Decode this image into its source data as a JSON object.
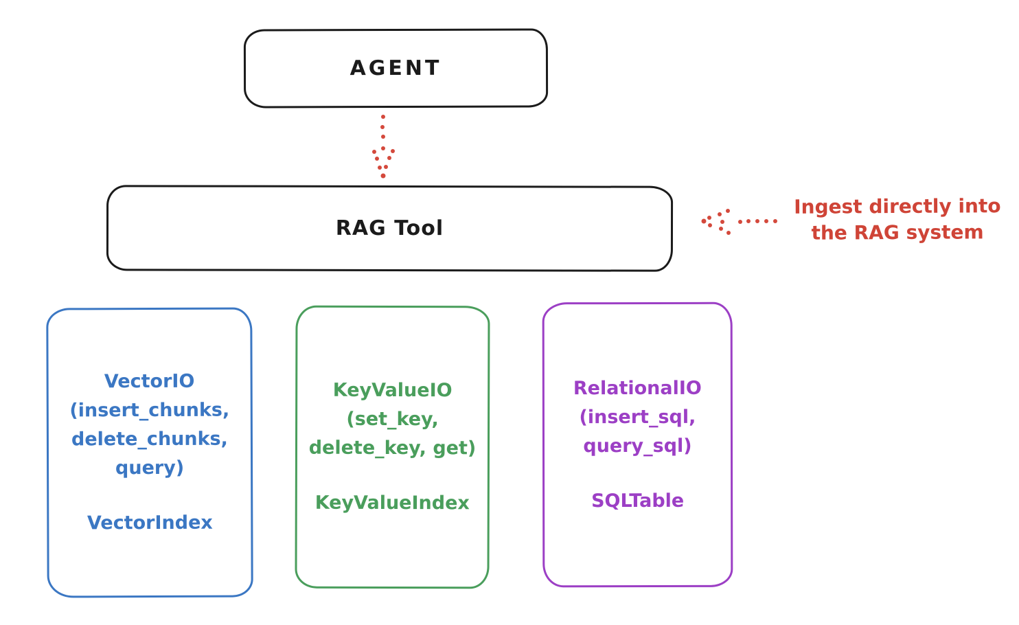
{
  "figure": {
    "background": "#ffffff",
    "colors": {
      "ink": "#1b1b1b",
      "red": "#cf4437",
      "blue": "#3b77c3",
      "green": "#4a9e5c",
      "purple": "#9c3fc5"
    },
    "agent": {
      "label": "AGENT"
    },
    "rag_tool": {
      "label": "RAG Tool"
    },
    "annotation": {
      "line1": "Ingest directly into",
      "line2": "the RAG system"
    },
    "backends": [
      {
        "id": "vector",
        "color": "#3b77c3",
        "lines": [
          "VectorIO",
          "(insert_chunks,",
          "delete_chunks,",
          "query)"
        ],
        "index": "VectorIndex"
      },
      {
        "id": "keyvalue",
        "color": "#4a9e5c",
        "lines": [
          "KeyValueIO",
          "(set_key,",
          "delete_key, get)"
        ],
        "index": "KeyValueIndex"
      },
      {
        "id": "relational",
        "color": "#9c3fc5",
        "lines": [
          "RelationalIO",
          "(insert_sql,",
          "query_sql)"
        ],
        "index": "SQLTable"
      }
    ]
  }
}
